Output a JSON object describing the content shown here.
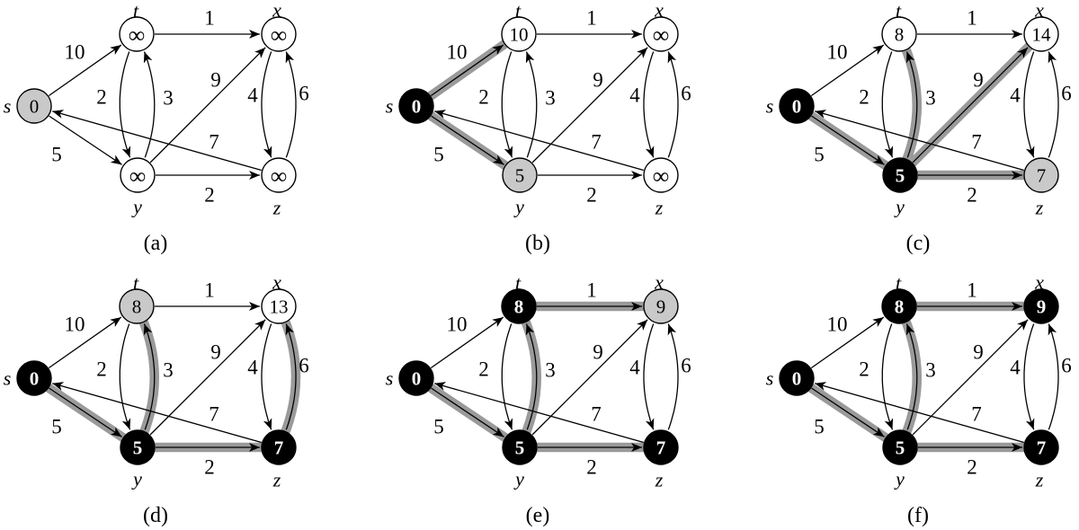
{
  "figure": {
    "background": "#ffffff",
    "colors": {
      "node_white": "#ffffff",
      "node_gray": "#c9c9c9",
      "node_black": "#000000",
      "highlight_band": "#9a9a9a",
      "edge": "#000000",
      "text_on_black": "#ffffff",
      "text_on_light": "#000000"
    },
    "graph": {
      "node_ids": [
        "s",
        "t",
        "x",
        "y",
        "z"
      ],
      "node_labels": {
        "s": "s",
        "t": "t",
        "x": "x",
        "y": "y",
        "z": "z"
      },
      "edges": [
        {
          "id": "s-t",
          "from": "s",
          "to": "t",
          "weight": "10"
        },
        {
          "id": "s-y",
          "from": "s",
          "to": "y",
          "weight": "5"
        },
        {
          "id": "t-x",
          "from": "t",
          "to": "x",
          "weight": "1"
        },
        {
          "id": "t-y",
          "from": "t",
          "to": "y",
          "weight": "2"
        },
        {
          "id": "y-t",
          "from": "y",
          "to": "t",
          "weight": "3"
        },
        {
          "id": "y-x",
          "from": "y",
          "to": "x",
          "weight": "9"
        },
        {
          "id": "y-z",
          "from": "y",
          "to": "z",
          "weight": "2"
        },
        {
          "id": "x-z",
          "from": "x",
          "to": "z",
          "weight": "4"
        },
        {
          "id": "z-x",
          "from": "z",
          "to": "x",
          "weight": "6"
        },
        {
          "id": "z-s",
          "from": "z",
          "to": "s",
          "weight": "7"
        }
      ]
    },
    "panels": [
      {
        "id": "a",
        "caption": "(a)",
        "values": {
          "s": "0",
          "t": "∞",
          "x": "∞",
          "y": "∞",
          "z": "∞"
        },
        "fills": {
          "s": "gray",
          "t": "white",
          "x": "white",
          "y": "white",
          "z": "white"
        },
        "highlights": []
      },
      {
        "id": "b",
        "caption": "(b)",
        "values": {
          "s": "0",
          "t": "10",
          "x": "∞",
          "y": "5",
          "z": "∞"
        },
        "fills": {
          "s": "black",
          "t": "white",
          "x": "white",
          "y": "gray",
          "z": "white"
        },
        "highlights": [
          "s-t",
          "s-y"
        ]
      },
      {
        "id": "c",
        "caption": "(c)",
        "values": {
          "s": "0",
          "t": "8",
          "x": "14",
          "y": "5",
          "z": "7"
        },
        "fills": {
          "s": "black",
          "t": "white",
          "x": "white",
          "y": "black",
          "z": "gray"
        },
        "highlights": [
          "s-y",
          "y-t",
          "y-x",
          "y-z"
        ]
      },
      {
        "id": "d",
        "caption": "(d)",
        "values": {
          "s": "0",
          "t": "8",
          "x": "13",
          "y": "5",
          "z": "7"
        },
        "fills": {
          "s": "black",
          "t": "gray",
          "x": "white",
          "y": "black",
          "z": "black"
        },
        "highlights": [
          "s-y",
          "y-t",
          "y-z",
          "z-x"
        ]
      },
      {
        "id": "e",
        "caption": "(e)",
        "values": {
          "s": "0",
          "t": "8",
          "x": "9",
          "y": "5",
          "z": "7"
        },
        "fills": {
          "s": "black",
          "t": "black",
          "x": "gray",
          "y": "black",
          "z": "black"
        },
        "highlights": [
          "s-y",
          "y-t",
          "y-z",
          "t-x"
        ]
      },
      {
        "id": "f",
        "caption": "(f)",
        "values": {
          "s": "0",
          "t": "8",
          "x": "9",
          "y": "5",
          "z": "7"
        },
        "fills": {
          "s": "black",
          "t": "black",
          "x": "black",
          "y": "black",
          "z": "black"
        },
        "highlights": [
          "s-y",
          "y-t",
          "y-z",
          "t-x"
        ]
      }
    ]
  }
}
